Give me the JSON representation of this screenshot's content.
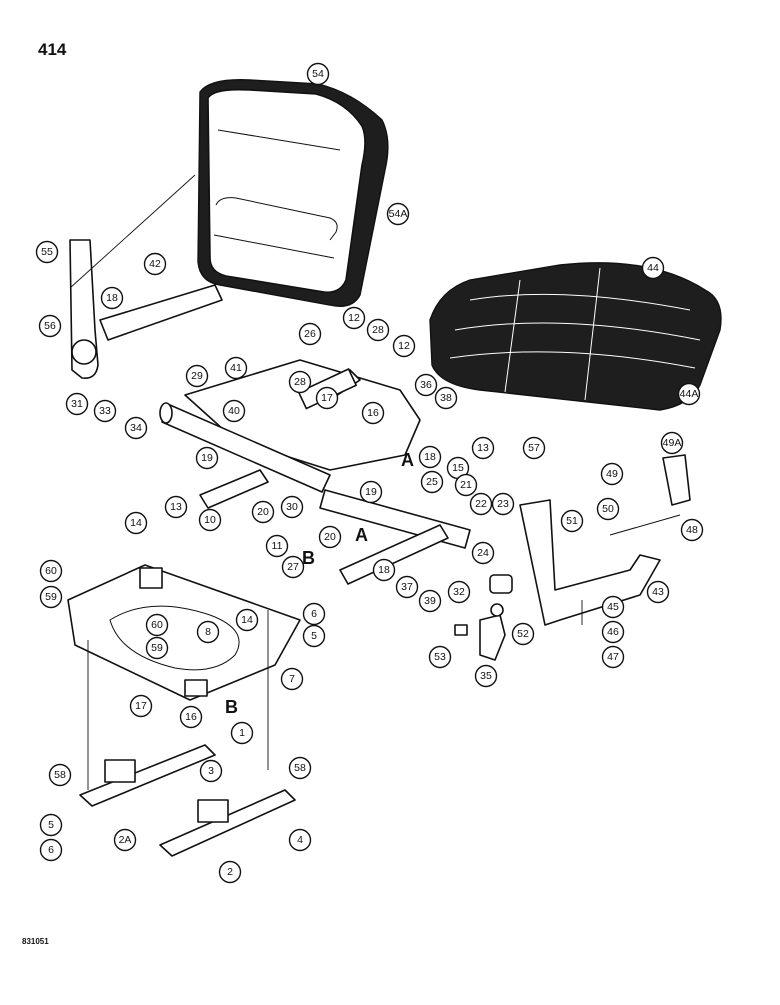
{
  "page": {
    "number": "414",
    "figure_code": "831051"
  },
  "reference_letters": [
    "A",
    "A",
    "B",
    "B"
  ],
  "callouts": [
    "54",
    "54A",
    "55",
    "42",
    "18",
    "44",
    "56",
    "26",
    "12",
    "28",
    "12",
    "31",
    "33",
    "34",
    "29",
    "41",
    "28",
    "40",
    "36",
    "38",
    "44A",
    "17",
    "16",
    "19",
    "30",
    "19",
    "25",
    "18",
    "15",
    "13",
    "49A",
    "49",
    "57",
    "21",
    "22",
    "23",
    "24",
    "20",
    "20",
    "14",
    "13",
    "10",
    "11",
    "27",
    "18",
    "37",
    "39",
    "60",
    "59",
    "60",
    "59",
    "8",
    "14",
    "6",
    "5",
    "7",
    "17",
    "16",
    "1",
    "3",
    "58",
    "58",
    "2A",
    "4",
    "5",
    "6",
    "2",
    "51",
    "50",
    "48",
    "43",
    "45",
    "46",
    "47",
    "32",
    "52",
    "53",
    "35"
  ]
}
